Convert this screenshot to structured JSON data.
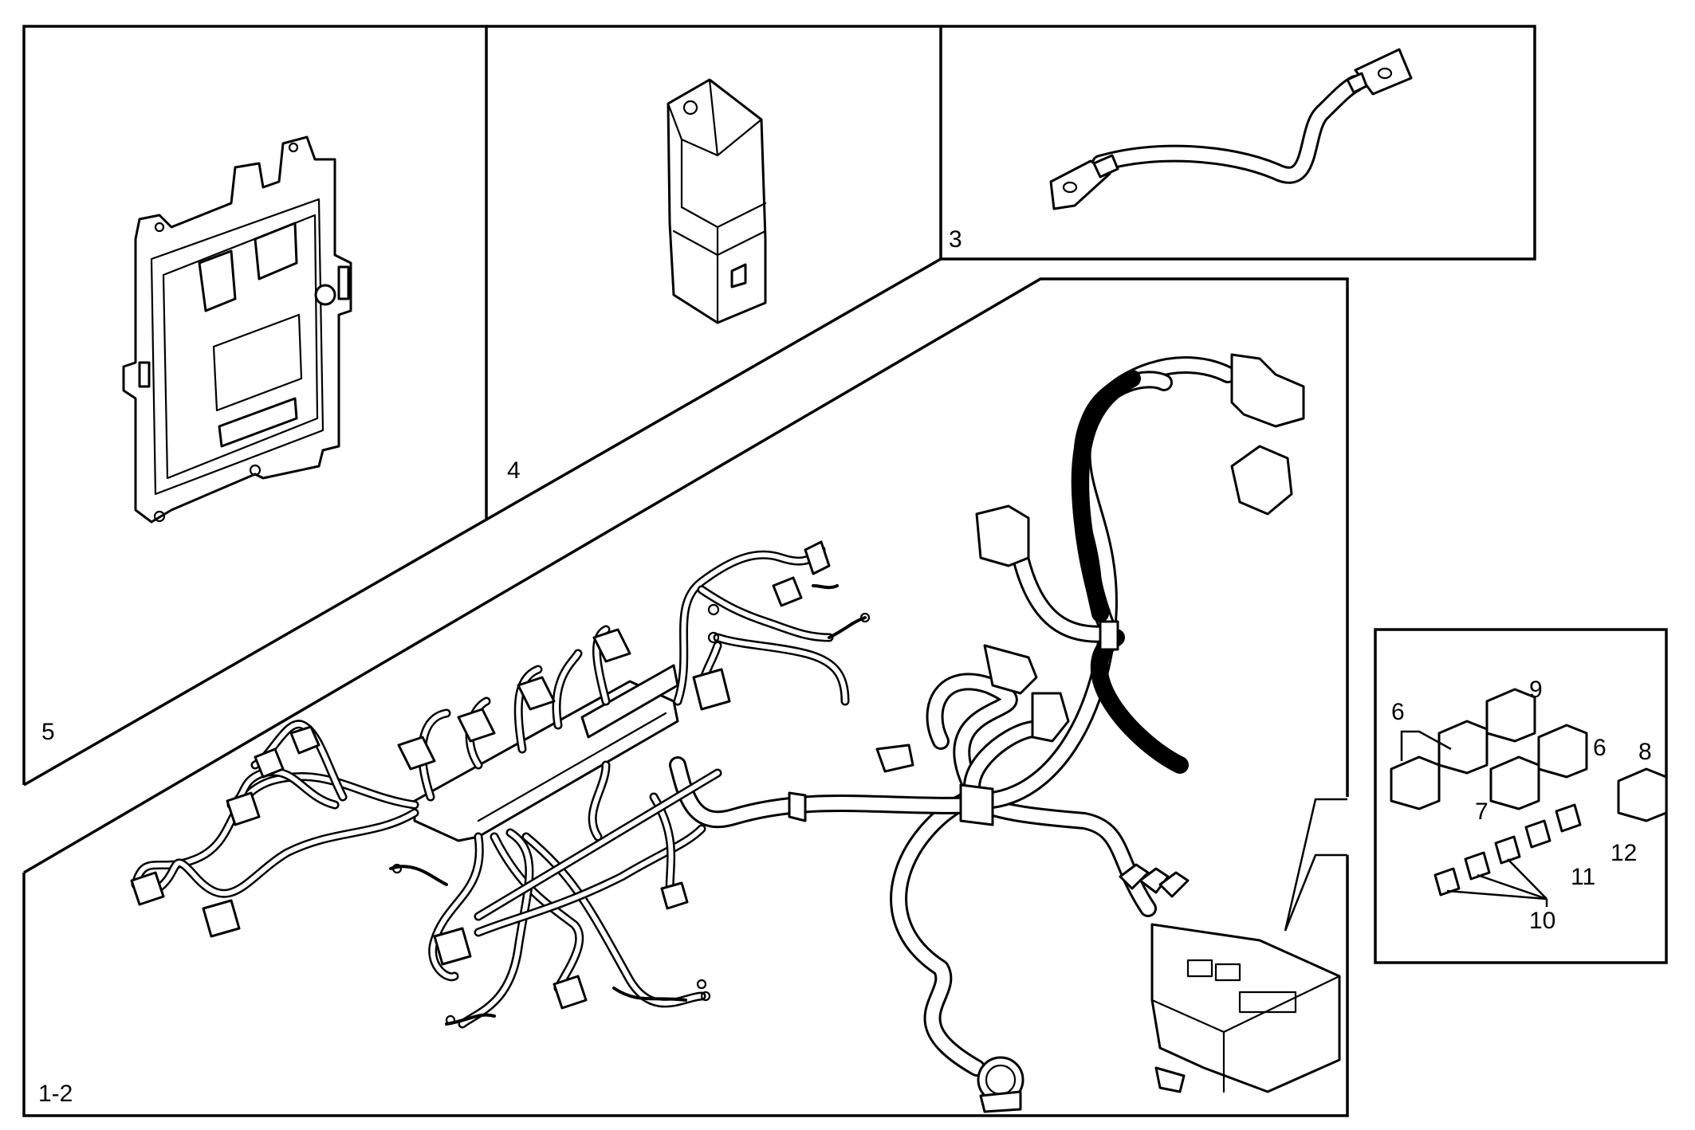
{
  "labels": {
    "harness": "1-2",
    "ground_cable": "3",
    "relay": "4",
    "control_unit": "5",
    "relay_small_a": "6",
    "relay_small_b": "6",
    "relay_7": "7",
    "relay_8": "8",
    "relay_9": "9",
    "fuse_10": "10",
    "fuse_11": "11",
    "fuse_12": "12"
  }
}
